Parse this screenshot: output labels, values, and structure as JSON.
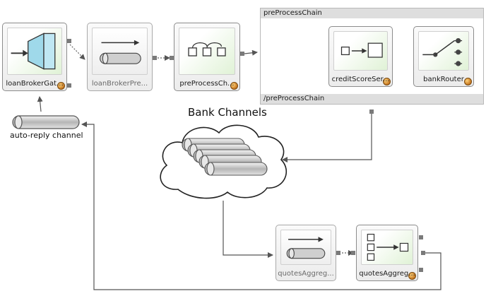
{
  "nodes": {
    "loan_broker_gateway": "loanBrokerGat...",
    "loan_broker_pre": "loanBrokerPre...",
    "pre_process_ch": "preProcessCh...",
    "credit_score_ser": "creditScoreSer...",
    "bank_router": "bankRouter",
    "quotes_aggreg_channel": "quotesAggreg...",
    "quotes_aggreg": "quotesAggreg..."
  },
  "chain": {
    "title": "preProcessChain",
    "footer": "/preProcessChain"
  },
  "labels": {
    "auto_reply_channel": "auto-reply channel",
    "bank_channels": "Bank Channels"
  },
  "icons": {
    "gateway": "gateway-icon",
    "channel": "channel-icon",
    "chain": "chain-icon",
    "enricher": "enricher-icon",
    "router": "router-icon",
    "aggregator": "aggregator-icon",
    "bean": "bean-icon"
  }
}
